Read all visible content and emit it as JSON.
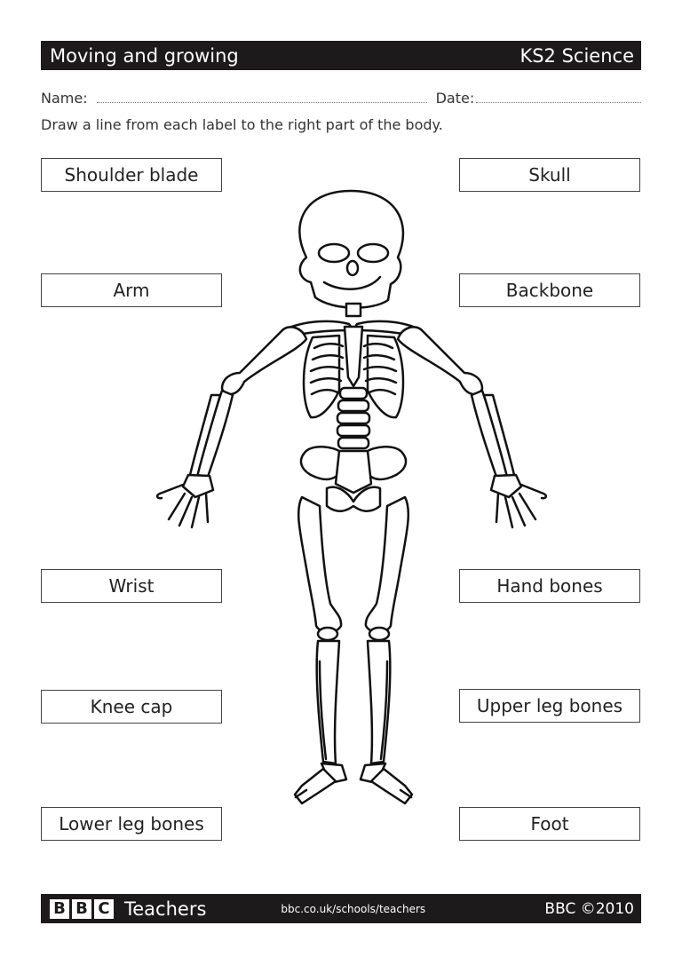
{
  "header": {
    "title": "Moving and growing",
    "subject": "KS2 Science"
  },
  "fields": {
    "name_label": "Name:",
    "date_label": "Date:"
  },
  "instruction": "Draw a line from each label to the right part of the body.",
  "labels": {
    "left": [
      "Shoulder blade",
      "Arm",
      "Wrist",
      "Knee cap",
      "Lower leg bones"
    ],
    "right": [
      "Skull",
      "Backbone",
      "Hand bones",
      "Upper leg bones",
      "Foot"
    ]
  },
  "illustration": {
    "subject": "skeleton-icon"
  },
  "footer": {
    "logo_letters": [
      "B",
      "B",
      "C"
    ],
    "brand": "Teachers",
    "url": "bbc.co.uk/schools/teachers",
    "copyright": "BBC ©2010"
  },
  "colors": {
    "bar": "#1c1a1a",
    "text": "#222222",
    "border": "#444444"
  }
}
